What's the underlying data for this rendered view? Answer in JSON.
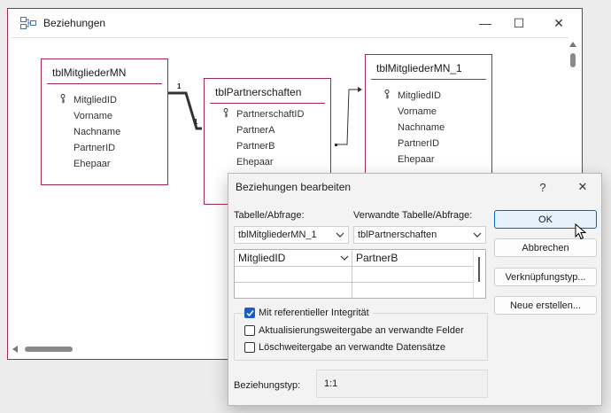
{
  "main_window": {
    "title": "Beziehungen",
    "controls": {
      "minimize": "—",
      "maximize": "☐",
      "close": "✕"
    },
    "tables": [
      {
        "name": "tblMitgliederMN",
        "fields": [
          {
            "name": "MitgliedID",
            "key": true
          },
          {
            "name": "Vorname",
            "key": false
          },
          {
            "name": "Nachname",
            "key": false
          },
          {
            "name": "PartnerID",
            "key": false
          },
          {
            "name": "Ehepaar",
            "key": false
          }
        ]
      },
      {
        "name": "tblPartnerschaften",
        "fields": [
          {
            "name": "PartnerschaftID",
            "key": true
          },
          {
            "name": "PartnerA",
            "key": false
          },
          {
            "name": "PartnerB",
            "key": false
          },
          {
            "name": "Ehepaar",
            "key": false
          }
        ]
      },
      {
        "name": "tblMitgliederMN_1",
        "fields": [
          {
            "name": "MitgliedID",
            "key": true
          },
          {
            "name": "Vorname",
            "key": false
          },
          {
            "name": "Nachname",
            "key": false
          },
          {
            "name": "PartnerID",
            "key": false
          },
          {
            "name": "Ehepaar",
            "key": false
          }
        ]
      }
    ],
    "relationship_labels": {
      "left_one": "1",
      "right_one": "1"
    }
  },
  "dialog": {
    "title": "Beziehungen bearbeiten",
    "help": "?",
    "close": "✕",
    "table_label": "Tabelle/Abfrage:",
    "related_label": "Verwandte Tabelle/Abfrage:",
    "table_value": "tblMitgliederMN_1",
    "related_value": "tblPartnerschaften",
    "grid": {
      "left": "MitgliedID",
      "right": "PartnerB"
    },
    "options": [
      {
        "label": "Mit referentieller Integrität",
        "checked": true
      },
      {
        "label": "Aktualisierungsweitergabe an verwandte Felder",
        "checked": false
      },
      {
        "label": "Löschweitergabe an verwandte Datensätze",
        "checked": false
      }
    ],
    "reltype_label": "Beziehungstyp:",
    "reltype_value": "1:1",
    "buttons": {
      "ok": "OK",
      "cancel": "Abbrechen",
      "join_type": "Verknüpfungstyp...",
      "create_new": "Neue erstellen..."
    }
  },
  "colors": {
    "accent": "#a52a4a",
    "primary_button": "#0067c0",
    "checkbox": "#1d5bbf"
  }
}
